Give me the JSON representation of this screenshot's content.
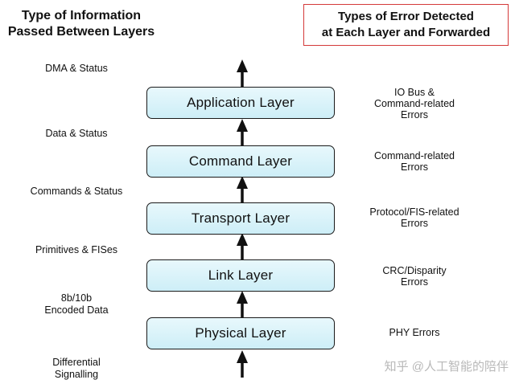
{
  "header_left": {
    "line1": "Type of Information",
    "line2": "Passed Between Layers"
  },
  "header_right": {
    "line1": "Types of Error Detected",
    "line2": "at Each Layer and Forwarded"
  },
  "info_labels": [
    {
      "line1": "DMA & Status",
      "line2": ""
    },
    {
      "line1": "Data & Status",
      "line2": ""
    },
    {
      "line1": "Commands & Status",
      "line2": ""
    },
    {
      "line1": "Primitives & FISes",
      "line2": ""
    },
    {
      "line1": "8b/10b",
      "line2": "Encoded Data"
    },
    {
      "line1": "Differential",
      "line2": "Signalling"
    }
  ],
  "layers": [
    {
      "name": "Application Layer"
    },
    {
      "name": "Command Layer"
    },
    {
      "name": "Transport Layer"
    },
    {
      "name": "Link Layer"
    },
    {
      "name": "Physical Layer"
    }
  ],
  "error_labels": [
    {
      "line1": "IO Bus &",
      "line2": "Command-related",
      "line3": "Errors"
    },
    {
      "line1": "Command-related",
      "line2": "Errors",
      "line3": ""
    },
    {
      "line1": "Protocol/FIS-related",
      "line2": "Errors",
      "line3": ""
    },
    {
      "line1": "CRC/Disparity",
      "line2": "Errors",
      "line3": ""
    },
    {
      "line1": "PHY Errors",
      "line2": "",
      "line3": ""
    }
  ],
  "watermark": "知乎 @人工智能的陪伴"
}
